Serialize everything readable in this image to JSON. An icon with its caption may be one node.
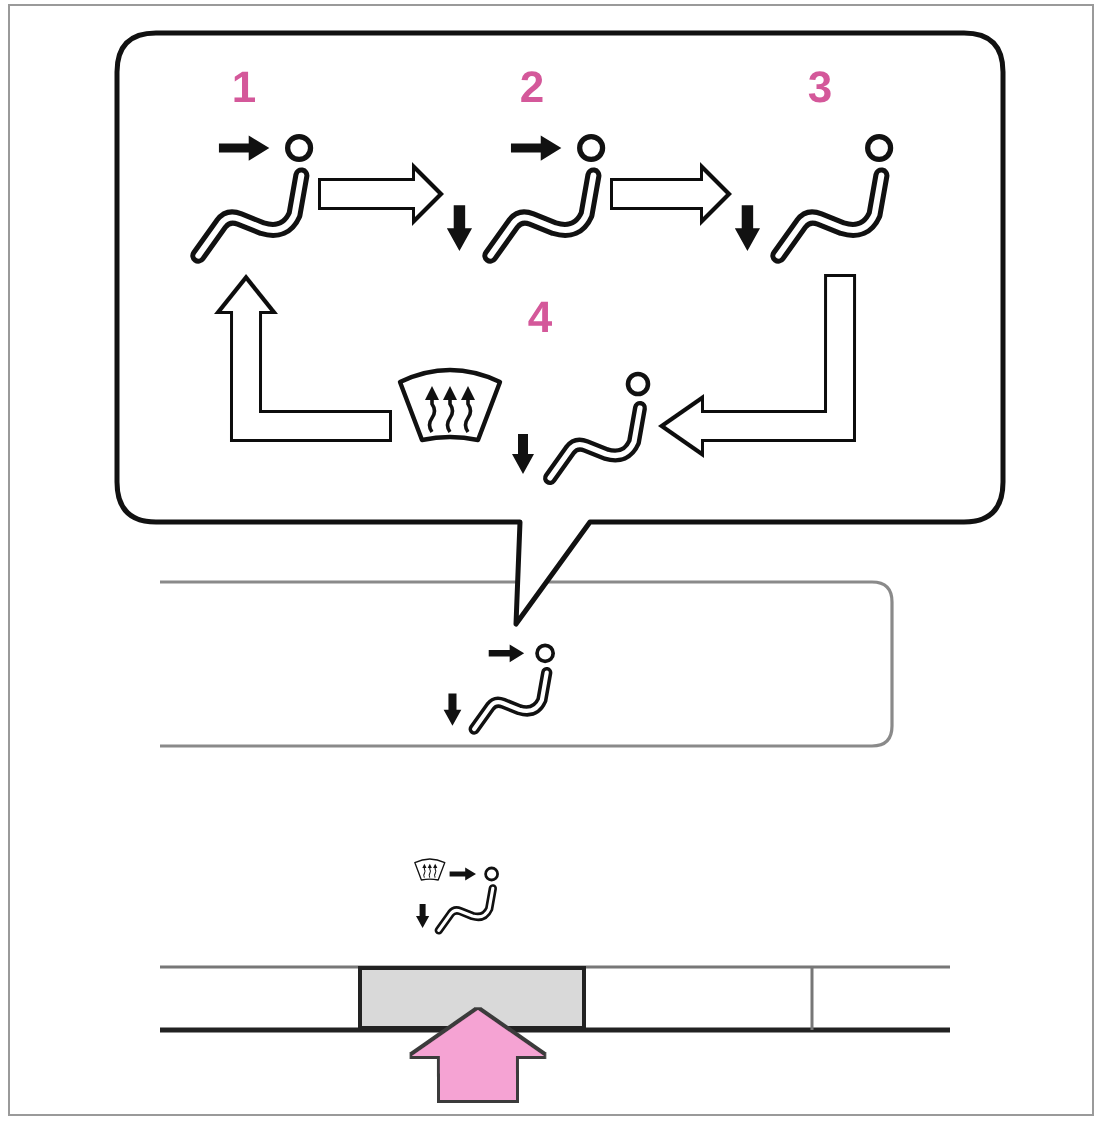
{
  "diagram": {
    "nodes": [
      {
        "text": [],
        "shape": "callout"
      },
      {
        "text": [
          "1"
        ],
        "in": 0
      },
      {
        "text": [
          "2"
        ],
        "in": 0
      },
      {
        "text": [
          "3"
        ],
        "in": 0
      },
      {
        "text": [
          "4"
        ],
        "in": 0
      },
      {
        "text": [],
        "shape": "box"
      }
    ],
    "edges": [
      {
        "from": 1,
        "to": 2,
        "arrow": "to"
      },
      {
        "from": 2,
        "to": 3,
        "arrow": "to"
      },
      {
        "from": 3,
        "to": 4,
        "arrow": "to"
      },
      {
        "from": 4,
        "to": 1,
        "arrow": "to"
      },
      {
        "from": null,
        "to": 5,
        "arrow": "to",
        "style": "thick",
        "color": "#f5a3d3"
      }
    ]
  }
}
